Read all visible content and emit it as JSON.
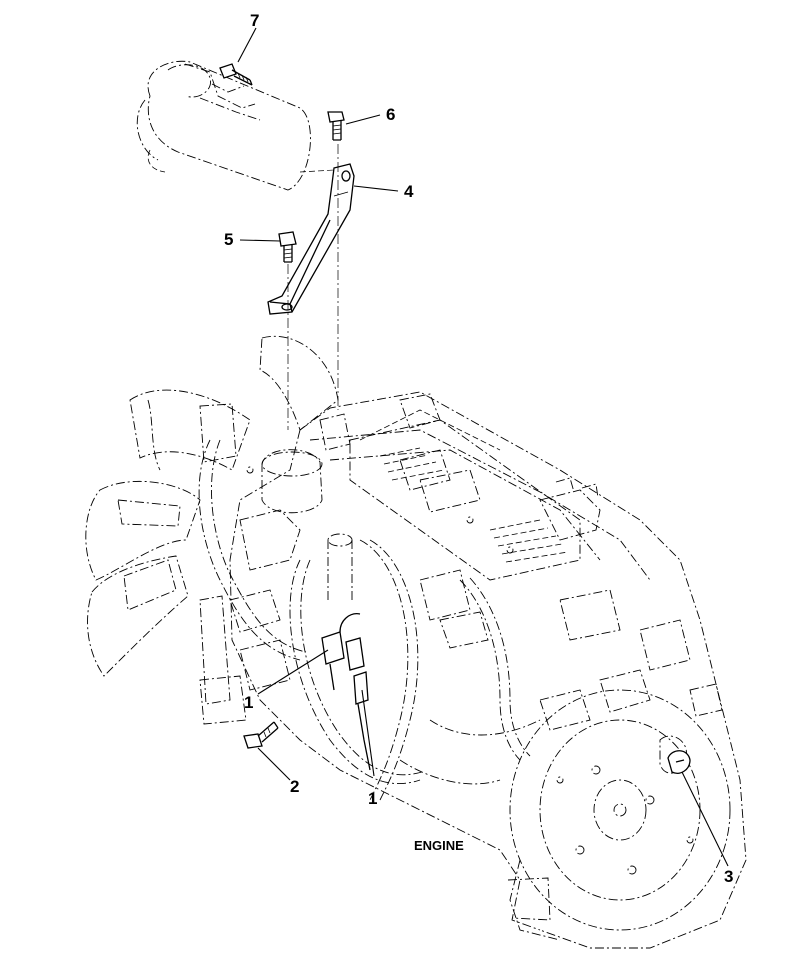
{
  "diagram": {
    "callouts": {
      "c1a": "1",
      "c1b": "1",
      "c2": "2",
      "c3": "3",
      "c4": "4",
      "c5": "5",
      "c6": "6",
      "c7": "7"
    },
    "engine_label": "ENGINE"
  }
}
